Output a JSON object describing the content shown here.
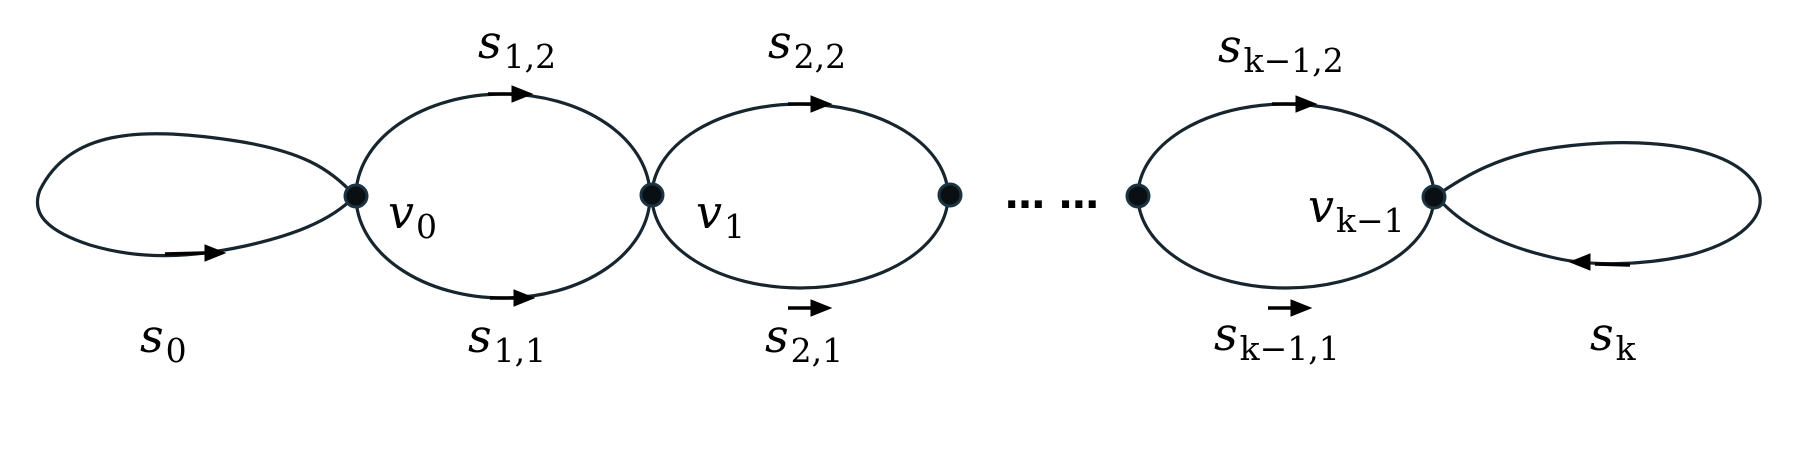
{
  "labels": {
    "s0": {
      "main": "s",
      "sub": "0"
    },
    "s11": {
      "main": "s",
      "sub": "1,1"
    },
    "s12": {
      "main": "s",
      "sub": "1,2"
    },
    "s21": {
      "main": "s",
      "sub": "2,1"
    },
    "s22": {
      "main": "s",
      "sub": "2,2"
    },
    "sk11": {
      "main": "s",
      "sub": "k−1,1"
    },
    "sk12": {
      "main": "s",
      "sub": "k−1,2"
    },
    "sk": {
      "main": "s",
      "sub": "k"
    },
    "v0": {
      "main": "v",
      "sub": "0"
    },
    "v1": {
      "main": "v",
      "sub": "1"
    },
    "vk1": {
      "main": "v",
      "sub": "k−1"
    }
  },
  "ellipsis": "… …"
}
